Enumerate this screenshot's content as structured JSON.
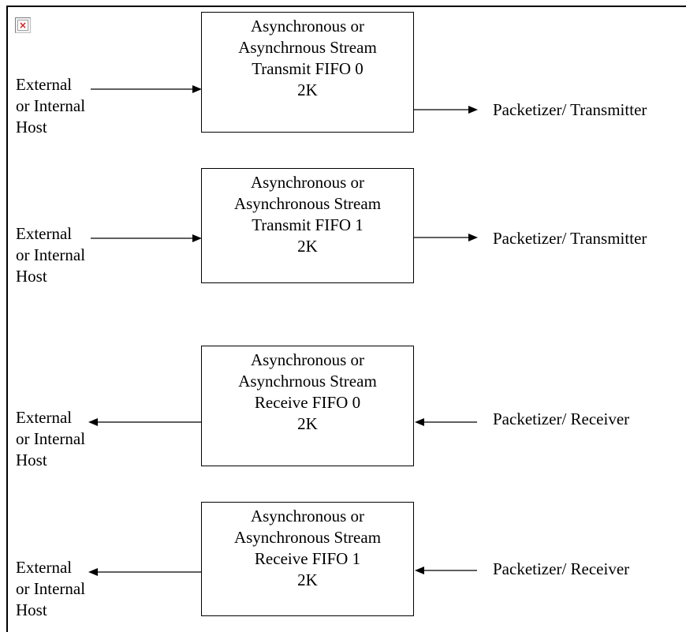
{
  "blocks": [
    {
      "box_lines": [
        "Asynchronous or",
        "Asynchrnous Stream",
        "Transmit FIFO 0",
        "2K"
      ],
      "host_lines": [
        "External",
        "or Internal",
        "Host"
      ],
      "endpoint": "Packetizer/ Transmitter"
    },
    {
      "box_lines": [
        "Asynchronous or",
        "Asynchronous Stream",
        "Transmit FIFO 1",
        "2K"
      ],
      "host_lines": [
        "External",
        "or Internal",
        "Host"
      ],
      "endpoint": "Packetizer/ Transmitter"
    },
    {
      "box_lines": [
        "Asynchronous or",
        "Asynchrnous Stream",
        "Receive FIFO 0",
        "2K"
      ],
      "host_lines": [
        "External",
        "or Internal",
        "Host"
      ],
      "endpoint": "Packetizer/ Receiver"
    },
    {
      "box_lines": [
        "Asynchronous or",
        "Asynchronous Stream",
        "Receive FIFO 1",
        "2K"
      ],
      "host_lines": [
        "External",
        "or Internal",
        "Host"
      ],
      "endpoint": "Packetizer/ Receiver"
    }
  ]
}
